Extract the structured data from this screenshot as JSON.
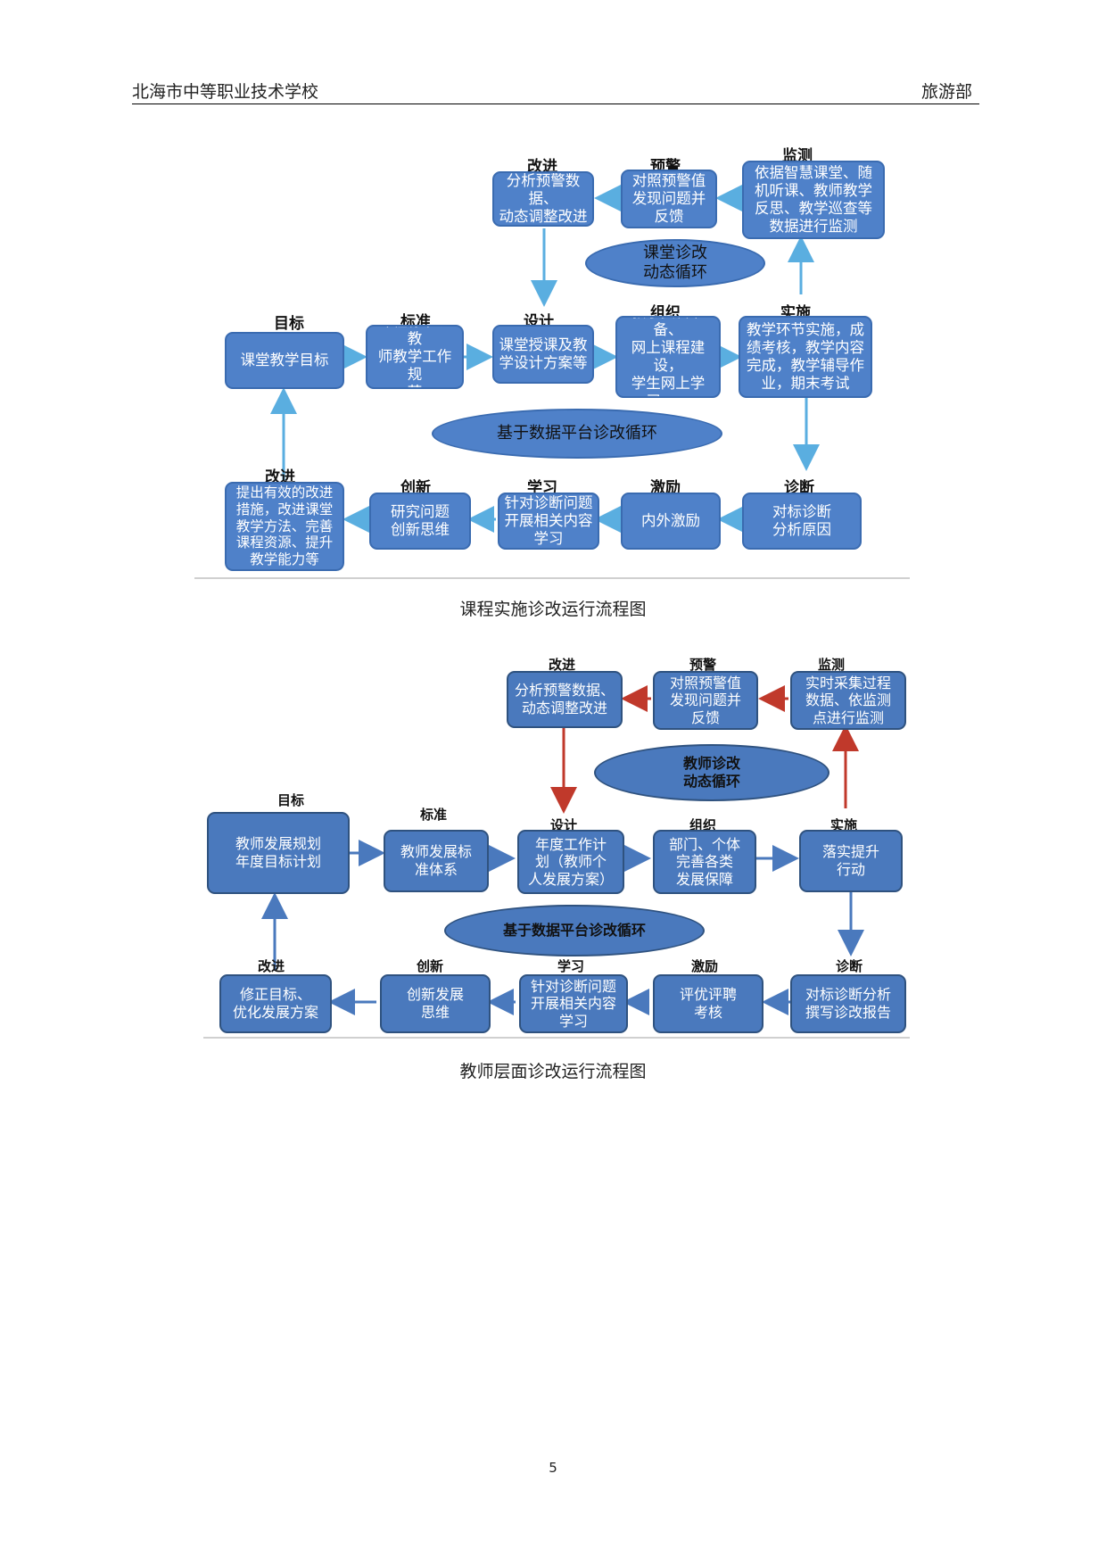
{
  "header": {
    "school": "北海市中等职业技术学校",
    "department": "旅游部"
  },
  "diagram1": {
    "caption": "课程实施诊改运行流程图",
    "top_ellipse": "课堂诊改\n动态循环",
    "center_ellipse": "基于数据平台诊改循环",
    "top_row": [
      {
        "label": "改进",
        "text": "分析预警数据、\n动态调整改进"
      },
      {
        "label": "预警",
        "text": "对照预警值\n发现问题并\n反馈"
      },
      {
        "label": "监测",
        "text": "依据智慧课堂、随\n机听课、教师教学\n反思、教学巡查等\n数据进行监测"
      }
    ],
    "middle_row": [
      {
        "label": "目标",
        "text": "课堂教学目标"
      },
      {
        "label": "标准",
        "text": "课程标准、教\n师教学工作规\n范"
      },
      {
        "label": "设计",
        "text": "课堂授课及教\n学设计方案等"
      },
      {
        "label": "组织",
        "text": "教学资料准备、\n网上课程建设，\n学生网上学\n习……"
      },
      {
        "label": "实施",
        "text": "教学环节实施，成\n绩考核，教学内容\n完成，教学辅导作\n业，期末考试"
      }
    ],
    "bottom_row": [
      {
        "label": "改进",
        "text": "提出有效的改进\n措施，改进课堂\n教学方法、完善\n课程资源、提升\n教学能力等"
      },
      {
        "label": "创新",
        "text": "研究问题\n创新思维"
      },
      {
        "label": "学习",
        "text": "针对诊断问题\n开展相关内容\n学习"
      },
      {
        "label": "激励",
        "text": "内外激励"
      },
      {
        "label": "诊断",
        "text": "对标诊断\n分析原因"
      }
    ],
    "colors": {
      "box": "#4f81c9",
      "arrow": "#5aaee0"
    }
  },
  "diagram2": {
    "caption": "教师层面诊改运行流程图",
    "top_ellipse": "教师诊改\n动态循环",
    "center_ellipse": "基于数据平台诊改循环",
    "top_row": [
      {
        "label": "改进",
        "text": "分析预警数据、\n动态调整改进"
      },
      {
        "label": "预警",
        "text": "对照预警值\n发现问题并\n反馈"
      },
      {
        "label": "监测",
        "text": "实时采集过程\n数据、依监测\n点进行监测"
      }
    ],
    "middle_row": [
      {
        "label": "目标",
        "text": "教师发展规划\n年度目标计划"
      },
      {
        "label": "标准",
        "text": "教师发展标\n准体系"
      },
      {
        "label": "设计",
        "text": "年度工作计\n划（教师个\n人发展方案）"
      },
      {
        "label": "组织",
        "text": "部门、个体\n完善各类\n发展保障"
      },
      {
        "label": "实施",
        "text": "落实提升\n行动"
      }
    ],
    "bottom_row": [
      {
        "label": "改进",
        "text": "修正目标、\n优化发展方案"
      },
      {
        "label": "创新",
        "text": "创新发展\n思维"
      },
      {
        "label": "学习",
        "text": "针对诊断问题\n开展相关内容\n学习"
      },
      {
        "label": "激励",
        "text": "评优评聘\n考核"
      },
      {
        "label": "诊断",
        "text": "对标诊断分析\n撰写诊改报告"
      }
    ],
    "colors": {
      "box": "#4a79bd",
      "arrow_blue": "#4a79bd",
      "arrow_red": "#c0392b"
    }
  },
  "page_number": "5"
}
